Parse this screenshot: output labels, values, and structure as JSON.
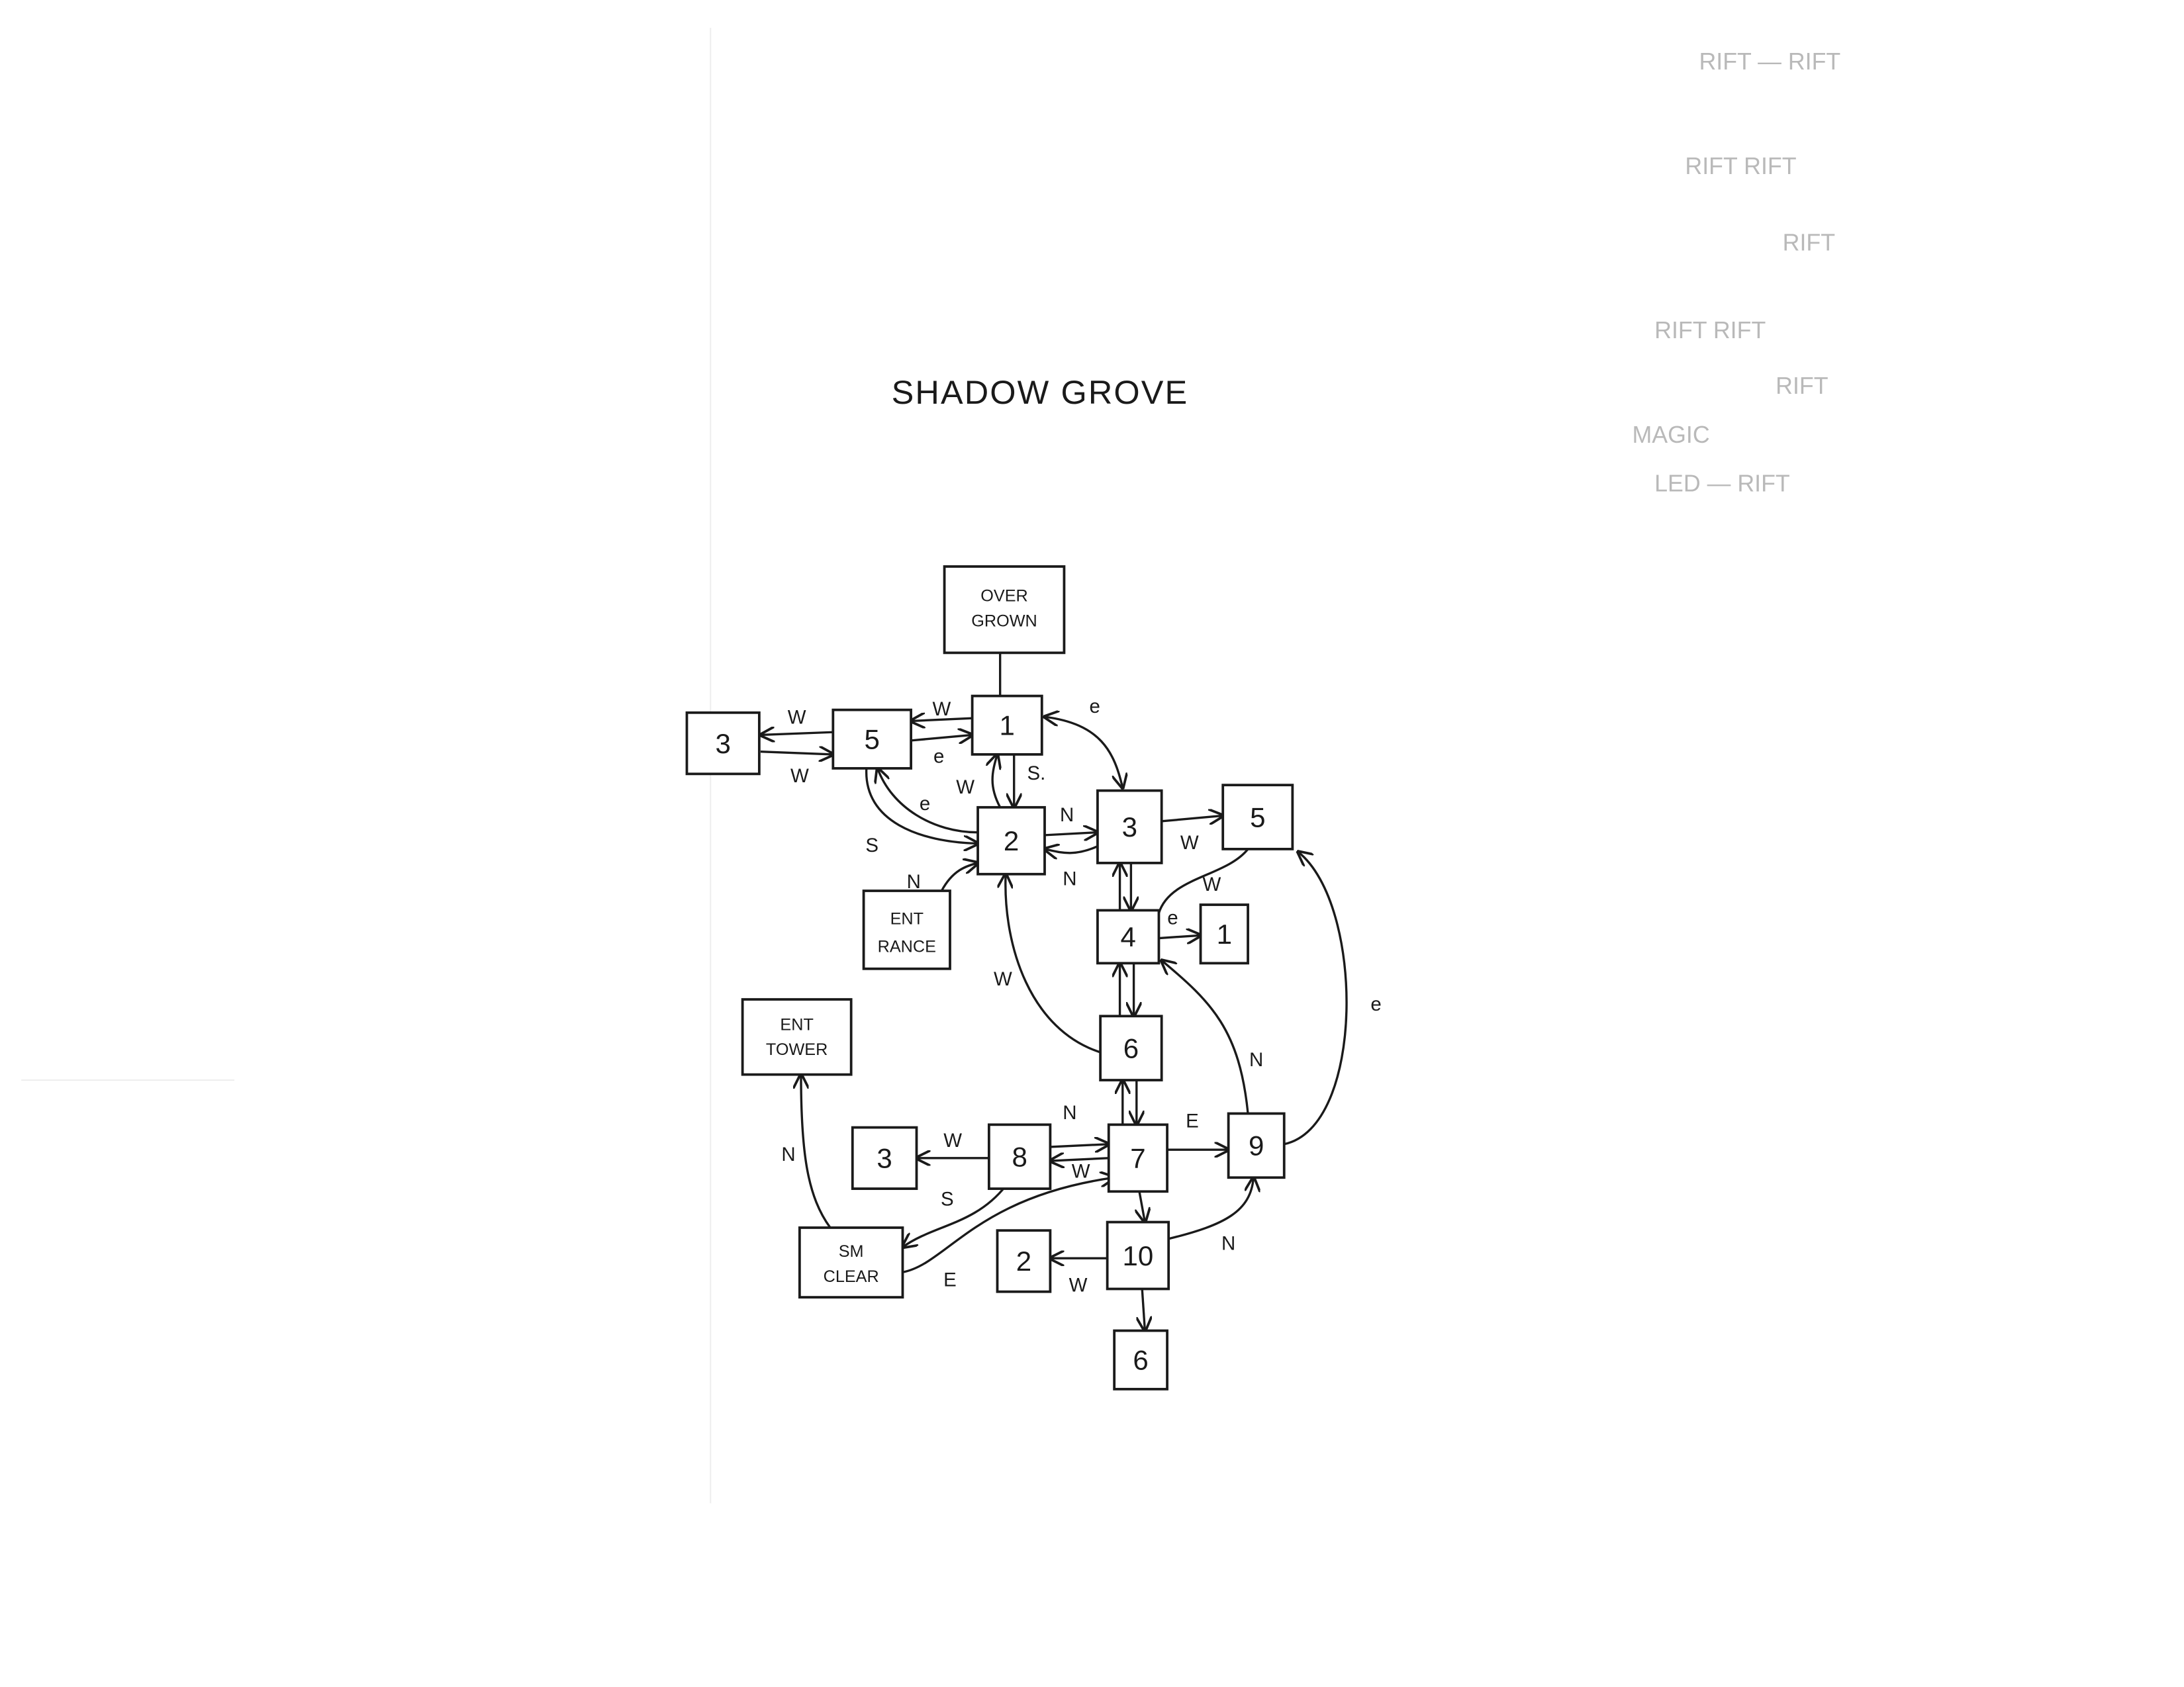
{
  "title": "SHADOW GROVE",
  "notes": [
    "RIFT — RIFT",
    "RIFT RIFT",
    "RIFT",
    "RIFT RIFT",
    "RIFT",
    "MAGIC",
    "LED — RIFT"
  ],
  "nodes": {
    "overgrown": [
      "OVER",
      "GROWN"
    ],
    "n1": "1",
    "w5": "5",
    "w3": "3",
    "n2": "2",
    "n3": "3",
    "e5": "5",
    "entrance": [
      "ENT",
      "RANCE"
    ],
    "n4": "4",
    "e1": "1",
    "n6": "6",
    "enttower": [
      "ENT",
      "TOWER"
    ],
    "w3b": "3",
    "n8": "8",
    "n7": "7",
    "n9": "9",
    "smclear": [
      "SM",
      "CLEAR"
    ],
    "w2": "2",
    "n10": "10",
    "s6": "6"
  },
  "edge_labels": {
    "w5_w3_top": "W",
    "w3_w5_bottom": "W",
    "n1_w5": "W",
    "w5_n1": "e",
    "n1_n3": "e",
    "n1_n2": "S.",
    "n2_n1": "W",
    "n2_w5": "e",
    "w5_n2": "S",
    "n2_n3": "N",
    "n3_n2": "N",
    "entrance_n2": "N",
    "n3_e5": "W",
    "e5_n4": "W",
    "n4_e1": "e",
    "n6_n2": "W",
    "n9_e5": "e",
    "n9_n4": "N",
    "n8_n7": "N",
    "n7_n8": "W",
    "n8_w3b": "W",
    "n7_n9": "E",
    "n8_smclear": "S",
    "smclear_n7": "E",
    "smclear_enttower": "N",
    "n10_w2": "W",
    "n10_n9": "N"
  }
}
